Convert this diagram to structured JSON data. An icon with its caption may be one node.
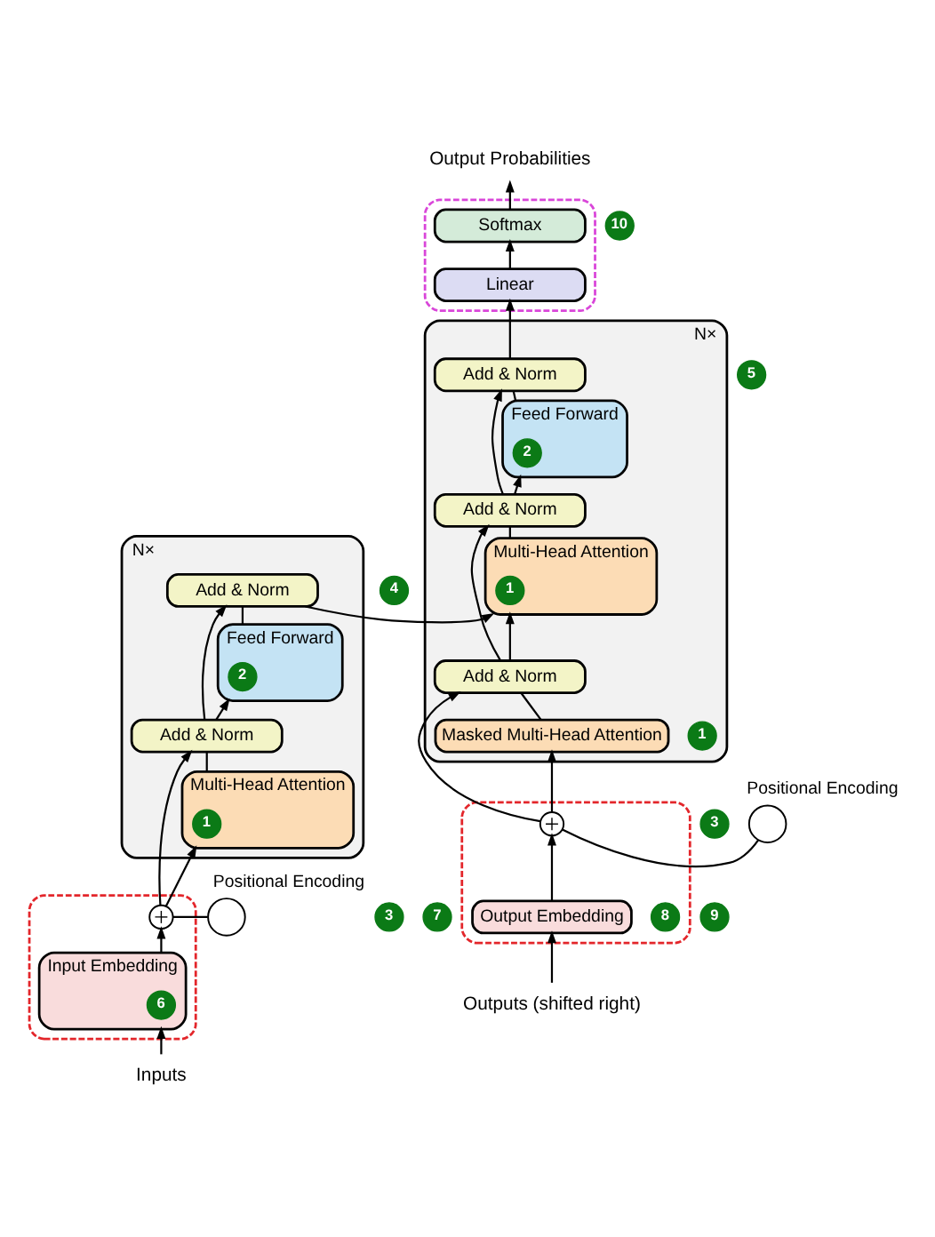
{
  "diagram": {
    "nodes": [
      {
        "text": [
          "Output Probabilities"
        ]
      },
      {
        "text": [],
        "shape": "ellipse"
      },
      {
        "text": [
          "Softmax"
        ],
        "in": 1
      },
      {
        "text": [
          "10"
        ]
      },
      {
        "text": [
          "Linear"
        ],
        "in": 1
      },
      {
        "text": [],
        "shape": "box",
        "beside": [
          "N×"
        ]
      },
      {
        "text": [
          "5"
        ]
      },
      {
        "text": [
          "Add & Norm"
        ],
        "in": 5
      },
      {
        "text": [
          "Feed Forward"
        ],
        "in": 5
      },
      {
        "text": [
          "2"
        ],
        "in": 8
      },
      {
        "text": [
          "Add & Norm"
        ],
        "in": 5
      },
      {
        "text": [
          "Multi-Head Attention"
        ],
        "in": 5
      },
      {
        "text": [
          "1"
        ],
        "in": 11
      },
      {
        "text": [
          "Add & Norm"
        ],
        "in": 5
      },
      {
        "text": [
          "Masked Multi-Head Attention"
        ],
        "in": 5
      },
      {
        "text": [
          "1"
        ],
        "in": 5
      },
      {
        "text": [],
        "shape": "box",
        "beside": [
          "N×"
        ]
      },
      {
        "text": [
          "4"
        ]
      },
      {
        "text": [
          "Add & Norm"
        ],
        "in": 16
      },
      {
        "text": [
          "Feed Forward"
        ],
        "in": 16
      },
      {
        "text": [
          "2"
        ],
        "in": 19
      },
      {
        "text": [
          "Add & Norm"
        ],
        "in": 16
      },
      {
        "text": [
          "Multi-Head Attention"
        ],
        "in": 16
      },
      {
        "text": [
          "1"
        ],
        "in": 22
      },
      {
        "text": [],
        "shape": "ellipse"
      },
      {
        "text": [],
        "shape": "circle",
        "beside": [
          "Positional Encoding"
        ]
      },
      {
        "text": [
          "3"
        ]
      },
      {
        "text": [],
        "shape": "circle",
        "in": 24
      },
      {
        "text": [
          "7"
        ]
      },
      {
        "text": [
          "Input Embedding"
        ],
        "in": 24
      },
      {
        "text": [
          "6"
        ],
        "in": 29
      },
      {
        "text": [],
        "shape": "ellipse"
      },
      {
        "text": [],
        "shape": "circle",
        "in": 31
      },
      {
        "text": [],
        "shape": "circle",
        "beside": [
          "Positional Encoding"
        ]
      },
      {
        "text": [
          "3"
        ]
      },
      {
        "text": [
          "Output Embedding"
        ],
        "in": 31
      },
      {
        "text": [
          "8"
        ],
        "in": 31
      },
      {
        "text": [
          "9"
        ]
      },
      {
        "text": [
          "Inputs"
        ]
      },
      {
        "text": [
          "Outputs (shifted right)"
        ]
      }
    ],
    "edges": [
      {
        "from": 38,
        "to": 29,
        "arrow": "to"
      },
      {
        "from": 29,
        "to": 27,
        "arrow": "to"
      },
      {
        "from": 25,
        "to": 27,
        "arrow": "none"
      },
      {
        "from": 27,
        "to": 22,
        "arrow": "to"
      },
      {
        "from": 27,
        "to": 21,
        "arrow": "to"
      },
      {
        "from": 22,
        "to": 21,
        "arrow": "none"
      },
      {
        "from": 21,
        "to": 19,
        "arrow": "to"
      },
      {
        "from": 21,
        "to": 18,
        "arrow": "to"
      },
      {
        "from": 19,
        "to": 18,
        "arrow": "none"
      },
      {
        "from": 18,
        "to": 11,
        "arrow": "to"
      },
      {
        "from": 39,
        "to": 35,
        "arrow": "to"
      },
      {
        "from": 35,
        "to": 32,
        "arrow": "to"
      },
      {
        "from": 32,
        "to": 33,
        "arrow": "none"
      },
      {
        "from": 32,
        "to": 14,
        "arrow": "to"
      },
      {
        "from": 32,
        "to": 13,
        "arrow": "to"
      },
      {
        "from": 14,
        "to": 13,
        "arrow": "none"
      },
      {
        "from": 13,
        "to": 11,
        "arrow": "to"
      },
      {
        "from": 13,
        "to": 10,
        "arrow": "to"
      },
      {
        "from": 11,
        "to": 10,
        "arrow": "none"
      },
      {
        "from": 10,
        "to": 8,
        "arrow": "to"
      },
      {
        "from": 10,
        "to": 7,
        "arrow": "to"
      },
      {
        "from": 8,
        "to": 7,
        "arrow": "none"
      },
      {
        "from": 7,
        "to": 4,
        "arrow": "to"
      },
      {
        "from": 4,
        "to": 2,
        "arrow": "to"
      },
      {
        "from": 2,
        "to": 0,
        "arrow": "to"
      }
    ]
  }
}
